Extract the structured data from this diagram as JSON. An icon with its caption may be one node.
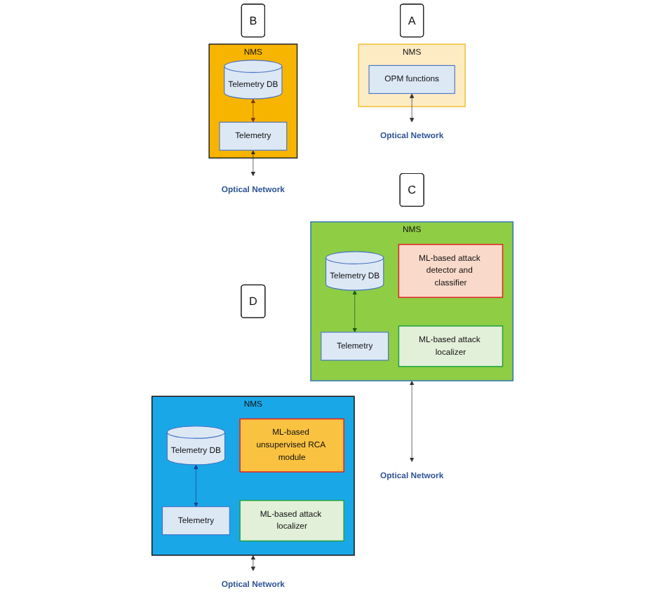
{
  "diagram": {
    "nodes": [
      {
        "text": [
          "A"
        ]
      },
      {
        "text": [
          "NMS"
        ]
      },
      {
        "text": [
          "OPM functions"
        ],
        "in": 1
      },
      {
        "text": [
          "Optical Network"
        ]
      },
      {
        "text": [
          "B"
        ]
      },
      {
        "text": [
          "NMS"
        ]
      },
      {
        "text": [
          "Telemetry DB"
        ],
        "in": 5
      },
      {
        "text": [
          "Telemetry"
        ],
        "in": 5
      },
      {
        "text": [
          "Optical Network"
        ]
      },
      {
        "text": [
          "C"
        ]
      },
      {
        "text": [
          "NMS"
        ]
      },
      {
        "text": [
          "Telemetry DB"
        ],
        "in": 10
      },
      {
        "text": [
          "Telemetry"
        ],
        "in": 10
      },
      {
        "text": [
          "ML-based attack detector and classifier"
        ],
        "in": 10
      },
      {
        "text": [
          "ML-based attack localizer"
        ],
        "in": 10
      },
      {
        "text": [
          "Optical Network"
        ]
      },
      {
        "text": [
          "D"
        ]
      },
      {
        "text": [
          "NMS"
        ]
      },
      {
        "text": [
          "Telemetry DB"
        ],
        "in": 17
      },
      {
        "text": [
          "Telemetry"
        ],
        "in": 17
      },
      {
        "text": [
          "ML-based unsupervised RCA module"
        ],
        "in": 17
      },
      {
        "text": [
          "ML-based attack localizer"
        ],
        "in": 17
      },
      {
        "text": [
          "Optical Network"
        ]
      }
    ],
    "edges": [
      {
        "from": 2,
        "to": 3,
        "arrow": "both"
      },
      {
        "from": 6,
        "to": 7,
        "arrow": "both",
        "color": "#7a3b10"
      },
      {
        "from": 7,
        "to": 8,
        "arrow": "both"
      },
      {
        "from": 11,
        "to": 12,
        "arrow": "both",
        "color": "#1e5a1e"
      },
      {
        "from": 10,
        "to": 15,
        "arrow": "both"
      },
      {
        "from": 18,
        "to": 19,
        "arrow": "both",
        "color": "#1f3f8a"
      },
      {
        "from": 17,
        "to": 22,
        "arrow": "both"
      }
    ]
  }
}
